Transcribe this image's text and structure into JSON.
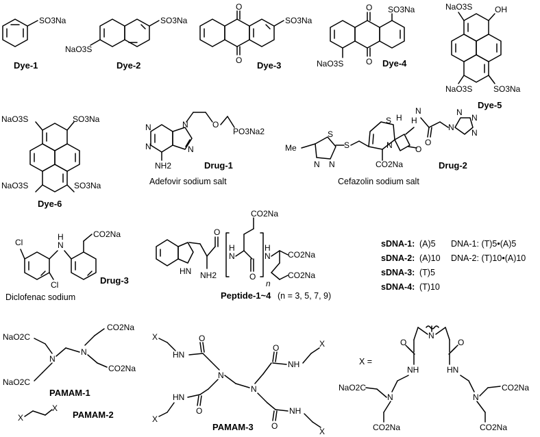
{
  "labels": {
    "dye1": "Dye-1",
    "dye2": "Dye-2",
    "dye3": "Dye-3",
    "dye4": "Dye-4",
    "dye5": "Dye-5",
    "dye6": "Dye-6",
    "drug1": "Drug-1",
    "drug1_name": "Adefovir sodium salt",
    "drug2": "Drug-2",
    "drug2_name": "Cefazolin sodium salt",
    "drug3": "Drug-3",
    "drug3_name": "Diclofenac sodium",
    "peptide": "Peptide-1~4",
    "peptide_n": "(n = 3, 5, 7, 9)",
    "sdna1": "sDNA-1:",
    "sdna1_seq": "(A)5",
    "sdna2": "sDNA-2:",
    "sdna2_seq": "(A)10",
    "sdna3": "sDNA-3:",
    "sdna3_seq": "(T)5",
    "sdna4": "sDNA-4:",
    "sdna4_seq": "(T)10",
    "dna1": "DNA-1: (T)5•(A)5",
    "dna2": "DNA-2: (T)10•(A)10",
    "pamam1": "PAMAM-1",
    "pamam2": "PAMAM-2",
    "pamam3": "PAMAM-3",
    "x_eq": "X ="
  },
  "atoms": {
    "so3na": "SO3Na",
    "naso3": "NaO3S",
    "po3na2": "PO3Na2",
    "co2na": "CO2Na",
    "naO2c": "NaO2C",
    "oh": "OH",
    "o": "O",
    "n": "N",
    "nh": "NH",
    "hn": "HN",
    "nh2": "NH2",
    "h": "H",
    "s": "S",
    "cl": "Cl",
    "me": "Me",
    "x": "X",
    "n_sub": "n"
  }
}
